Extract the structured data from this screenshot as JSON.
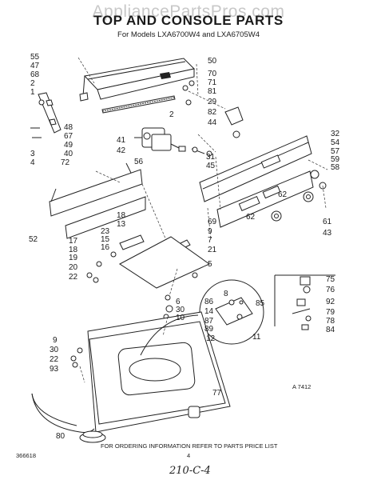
{
  "watermark": "AppliancePartsPros.com",
  "title": "TOP AND CONSOLE PARTS",
  "subtitle": "For Models LXA6700W4 and LXA6705W4",
  "diagram_code": "A 7412",
  "footer_note": "FOR ORDERING INFORMATION REFER TO PARTS PRICE LIST",
  "page_number": "4",
  "doc_number": "366618",
  "handwritten": "210-C-4",
  "labels": {
    "l55": "55",
    "l47": "47",
    "l68": "68",
    "l2a": "2",
    "l1": "1",
    "l48": "48",
    "l67": "67",
    "l49": "49",
    "l40": "40",
    "l3": "3",
    "l4": "4",
    "l50": "50",
    "l70": "70",
    "l71": "71",
    "l81": "81",
    "l2b": "2",
    "l29": "29",
    "l82": "82",
    "l44": "44",
    "l31": "31",
    "l45": "45",
    "l41": "41",
    "l42": "42",
    "l56": "56",
    "l32": "32",
    "l54": "54",
    "l57": "57",
    "l59": "59",
    "l58": "58",
    "l72": "72",
    "l52": "52",
    "l62a": "62",
    "l62b": "62",
    "l61": "61",
    "l43": "43",
    "l69": "69",
    "l9a": "9",
    "l7": "7",
    "l21": "21",
    "l5": "5",
    "l18a": "18",
    "l13": "13",
    "l23": "23",
    "l15": "15",
    "l16": "16",
    "l17": "17",
    "l18b": "18",
    "l19": "19",
    "l20": "20",
    "l22a": "22",
    "l8": "8",
    "l86": "86",
    "l85": "85",
    "l14": "14",
    "l87": "87",
    "l89": "89",
    "l12": "12",
    "l11": "11",
    "l6": "6",
    "l30a": "30",
    "l10": "10",
    "l75": "75",
    "l76": "76",
    "l92": "92",
    "l79": "79",
    "l78": "78",
    "l84": "84",
    "l9b": "9",
    "l30b": "30",
    "l22b": "22",
    "l93": "93",
    "l77": "77",
    "l80": "80"
  }
}
